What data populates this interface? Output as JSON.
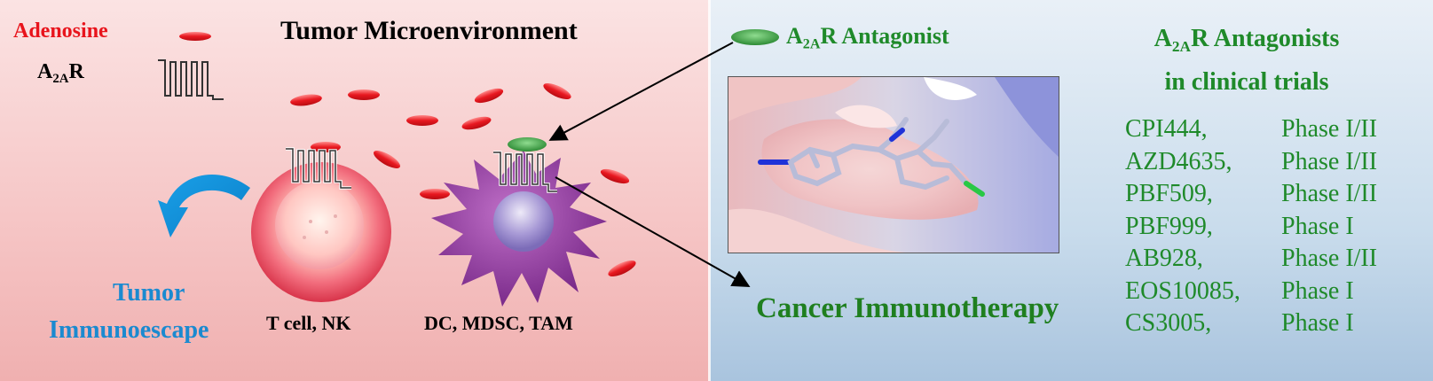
{
  "legend": {
    "adenosine": "Adenosine",
    "a2ar_main": "A",
    "a2ar_sub": "2A",
    "a2ar_tail": "R"
  },
  "title": "Tumor Microenvironment",
  "escape": {
    "line1": "Tumor",
    "line2": "Immunoescape"
  },
  "cells": {
    "tcell": "T cell, NK",
    "dc": "DC, MDSC, TAM"
  },
  "antagonist": {
    "main": "A",
    "sub": "2A",
    "tail": "R Antagonist"
  },
  "cancer": "Cancer Immunotherapy",
  "trials": {
    "title_main": "A",
    "title_sub": "2A",
    "title_tail": "R Antagonists",
    "title_line2": "in clinical trials",
    "items": [
      {
        "name": "CPI444,",
        "phase": "Phase I/II"
      },
      {
        "name": "AZD4635,",
        "phase": "Phase I/II"
      },
      {
        "name": "PBF509,",
        "phase": "Phase I/II"
      },
      {
        "name": "PBF999,",
        "phase": "Phase I"
      },
      {
        "name": "AB928,",
        "phase": "Phase I/II"
      },
      {
        "name": "EOS10085,",
        "phase": "Phase I"
      },
      {
        "name": "CS3005,",
        "phase": "Phase I"
      }
    ]
  },
  "colors": {
    "adenosine_red": "#e8141c",
    "antagonist_green": "#1f8a2a",
    "escape_blue": "#1b8ad0",
    "tcell_pink": "#f07080",
    "dc_purple": "#8a3a9a"
  }
}
